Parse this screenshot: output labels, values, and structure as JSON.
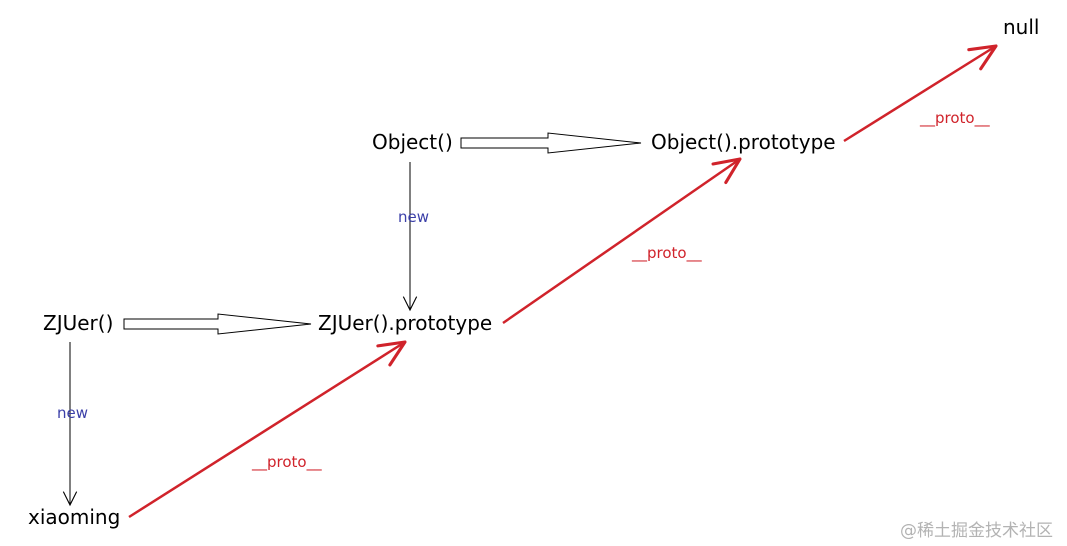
{
  "nodes": {
    "null": "null",
    "object_fn": "Object()",
    "object_proto": "Object().prototype",
    "zjuer_fn": "ZJUer()",
    "zjuer_proto": "ZJUer().prototype",
    "xiaoming": "xiaoming"
  },
  "edges": {
    "object_new": "new",
    "zjuer_new": "new",
    "proto_xiaoming": "__proto__",
    "proto_zjuer": "__proto__",
    "proto_object": "__proto__"
  },
  "watermark": "@稀土掘金技术社区",
  "colors": {
    "proto_arrow": "#d0232b",
    "new_label": "#3b3fa8",
    "node_text": "#000000",
    "watermark": "#b3b3b3"
  }
}
